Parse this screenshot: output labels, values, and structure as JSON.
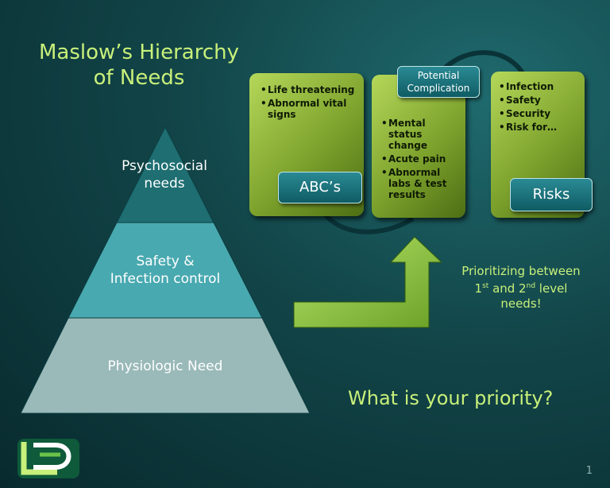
{
  "title_line1": "Maslow’s Hierarchy",
  "title_line2": "of Needs",
  "pyramid": {
    "top_line1": "Psychosocial",
    "top_line2": "needs",
    "middle_line1": "Safety &",
    "middle_line2": "Infection control",
    "bottom": "Physiologic Need"
  },
  "cards": {
    "abc": {
      "items": [
        "Life threatening",
        "Abnormal vital signs"
      ],
      "tag": "ABC’s"
    },
    "potential": {
      "tag_line1": "Potential",
      "tag_line2": "Complication",
      "items": [
        "Mental status change",
        "Acute pain",
        "Abnormal labs & test results"
      ]
    },
    "risks": {
      "items": [
        "Infection",
        "Safety",
        "Security",
        "Risk for…"
      ],
      "tag": "Risks"
    }
  },
  "priority_note": {
    "line1": "Prioritizing between",
    "first": "1",
    "first_sup": "st",
    "and_word": " and 2",
    "second_sup": "nd",
    "level_word": " level",
    "line3": "needs!"
  },
  "question": "What is your priority?",
  "page_number": "1",
  "colors": {
    "accent_green": "#c8f07a",
    "pyramid_top": "#1e6e72",
    "pyramid_middle": "#49a9b0",
    "pyramid_bottom": "#9ab9b9",
    "arrow": "#8cc63f"
  }
}
